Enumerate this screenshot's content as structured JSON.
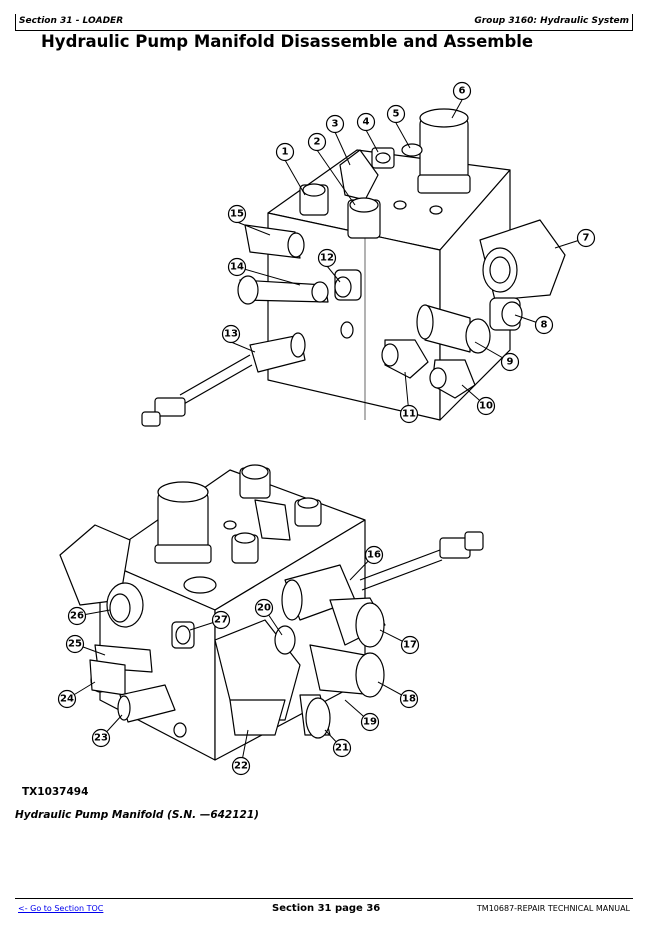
{
  "header": {
    "section": "Section 31 - LOADER",
    "group": "Group 3160: Hydraulic System"
  },
  "page_title": "Hydraulic Pump Manifold Disassemble and Assemble",
  "figure": {
    "id": "TX1037494",
    "caption": "Hydraulic Pump Manifold (S.N. —642121)",
    "callouts": [
      "1",
      "2",
      "3",
      "4",
      "5",
      "6",
      "7",
      "8",
      "9",
      "10",
      "11",
      "12",
      "13",
      "14",
      "15",
      "16",
      "17",
      "18",
      "19",
      "20",
      "21",
      "22",
      "23",
      "24",
      "25",
      "26",
      "27"
    ]
  },
  "footer": {
    "toc_link": "<- Go to Section TOC",
    "page": "Section 31 page 36",
    "manual": "TM10687-REPAIR TECHNICAL MANUAL"
  }
}
